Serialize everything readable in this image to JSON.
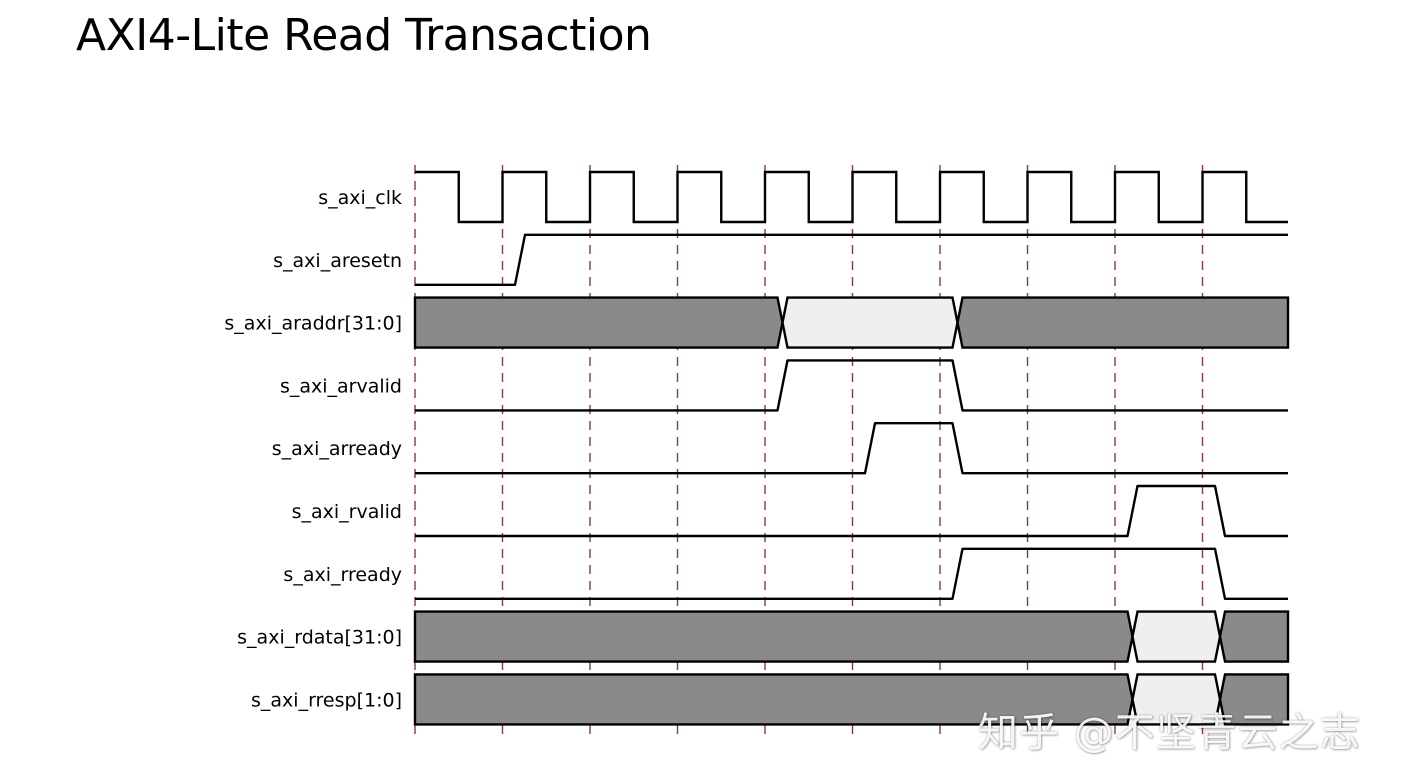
{
  "title": "AXI4-Lite Read Transaction",
  "watermark": "知乎 @不坚青云之志",
  "colors": {
    "grid": "#8b3a3a",
    "bus_busy": "#8a8a8a",
    "bus_valid": "#efefef",
    "line": "#000000"
  },
  "timing": {
    "cycles": 10,
    "signals": [
      {
        "name": "s_axi_clk",
        "kind": "clock"
      },
      {
        "name": "s_axi_aresetn",
        "kind": "bit",
        "rises": [
          1.2
        ],
        "falls": [],
        "initial": 0
      },
      {
        "name": "s_axi_araddr[31:0]",
        "kind": "bus",
        "valid": [
          [
            4.2,
            6.2
          ]
        ]
      },
      {
        "name": "s_axi_arvalid",
        "kind": "bit",
        "rises": [
          4.2
        ],
        "falls": [
          6.2
        ],
        "initial": 0
      },
      {
        "name": "s_axi_arready",
        "kind": "bit",
        "rises": [
          5.2
        ],
        "falls": [
          6.2
        ],
        "initial": 0
      },
      {
        "name": "s_axi_rvalid",
        "kind": "bit",
        "rises": [
          8.2
        ],
        "falls": [
          9.2
        ],
        "initial": 0
      },
      {
        "name": "s_axi_rready",
        "kind": "bit",
        "rises": [
          6.2
        ],
        "falls": [
          9.2
        ],
        "initial": 0
      },
      {
        "name": "s_axi_rdata[31:0]",
        "kind": "bus",
        "valid": [
          [
            8.2,
            9.2
          ]
        ]
      },
      {
        "name": "s_axi_rresp[1:0]",
        "kind": "bus",
        "valid": [
          [
            8.2,
            9.2
          ]
        ]
      }
    ]
  }
}
